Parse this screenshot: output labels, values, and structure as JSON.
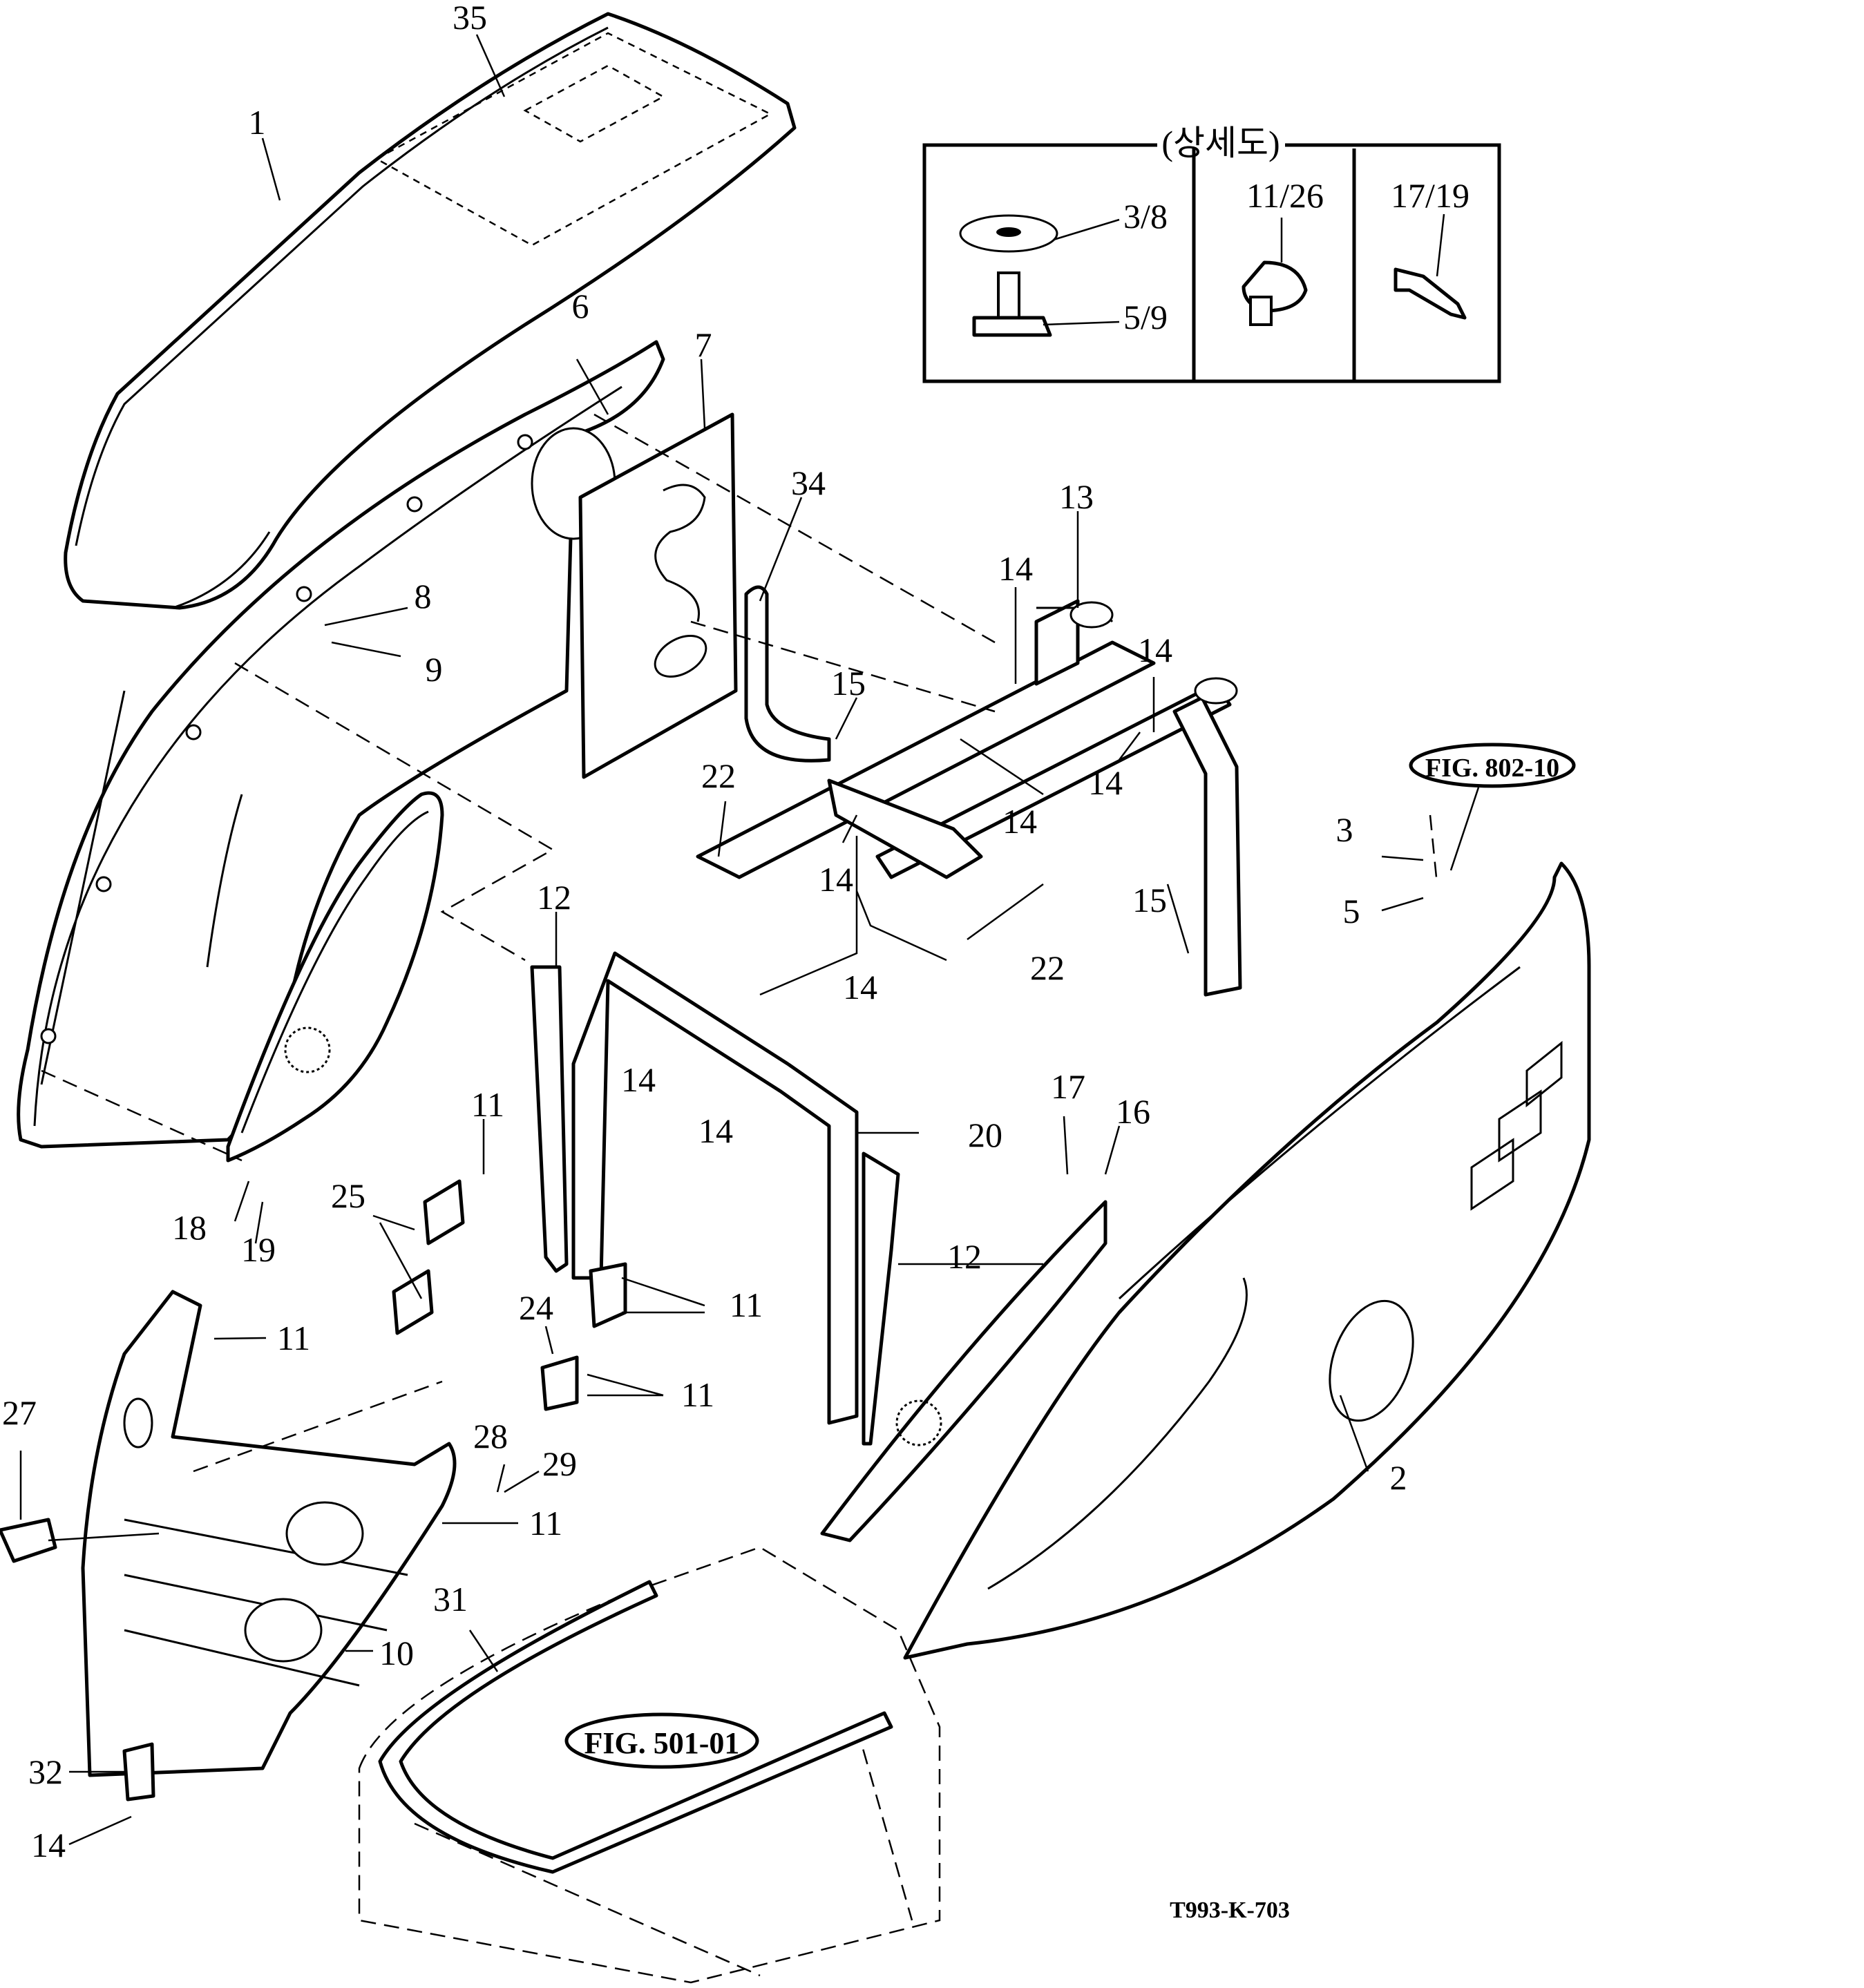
{
  "diagram": {
    "detail_box": {
      "title": "(상세도)",
      "cells": [
        "3/8",
        "5/9",
        "11/26",
        "17/19"
      ]
    },
    "refs": {
      "fig_802": "FIG. 802-10",
      "fig_501": "FIG. 501-01"
    },
    "drawing_code": "T993-K-703",
    "callouts": {
      "c35": "35",
      "c1": "1",
      "c6": "6",
      "c7": "7",
      "c34": "34",
      "c13": "13",
      "c14a": "14",
      "c14b": "14",
      "c14c": "14",
      "c14d": "14",
      "c14e": "14",
      "c14f": "14",
      "c14g": "14",
      "c14h": "14",
      "c14i": "14",
      "c15a": "15",
      "c15b": "15",
      "c8": "8",
      "c9": "9",
      "c22a": "22",
      "c22b": "22",
      "c3": "3",
      "c5": "5",
      "c12a": "12",
      "c12b": "12",
      "c20": "20",
      "c17": "17",
      "c16": "16",
      "c11a": "11",
      "c11b": "11",
      "c11c": "11",
      "c11d": "11",
      "c11e": "11",
      "c25": "25",
      "c18": "18",
      "c19": "19",
      "c24": "24",
      "c27": "27",
      "c28": "28",
      "c29": "29",
      "c2": "2",
      "c31": "31",
      "c10": "10",
      "c32": "32"
    }
  }
}
